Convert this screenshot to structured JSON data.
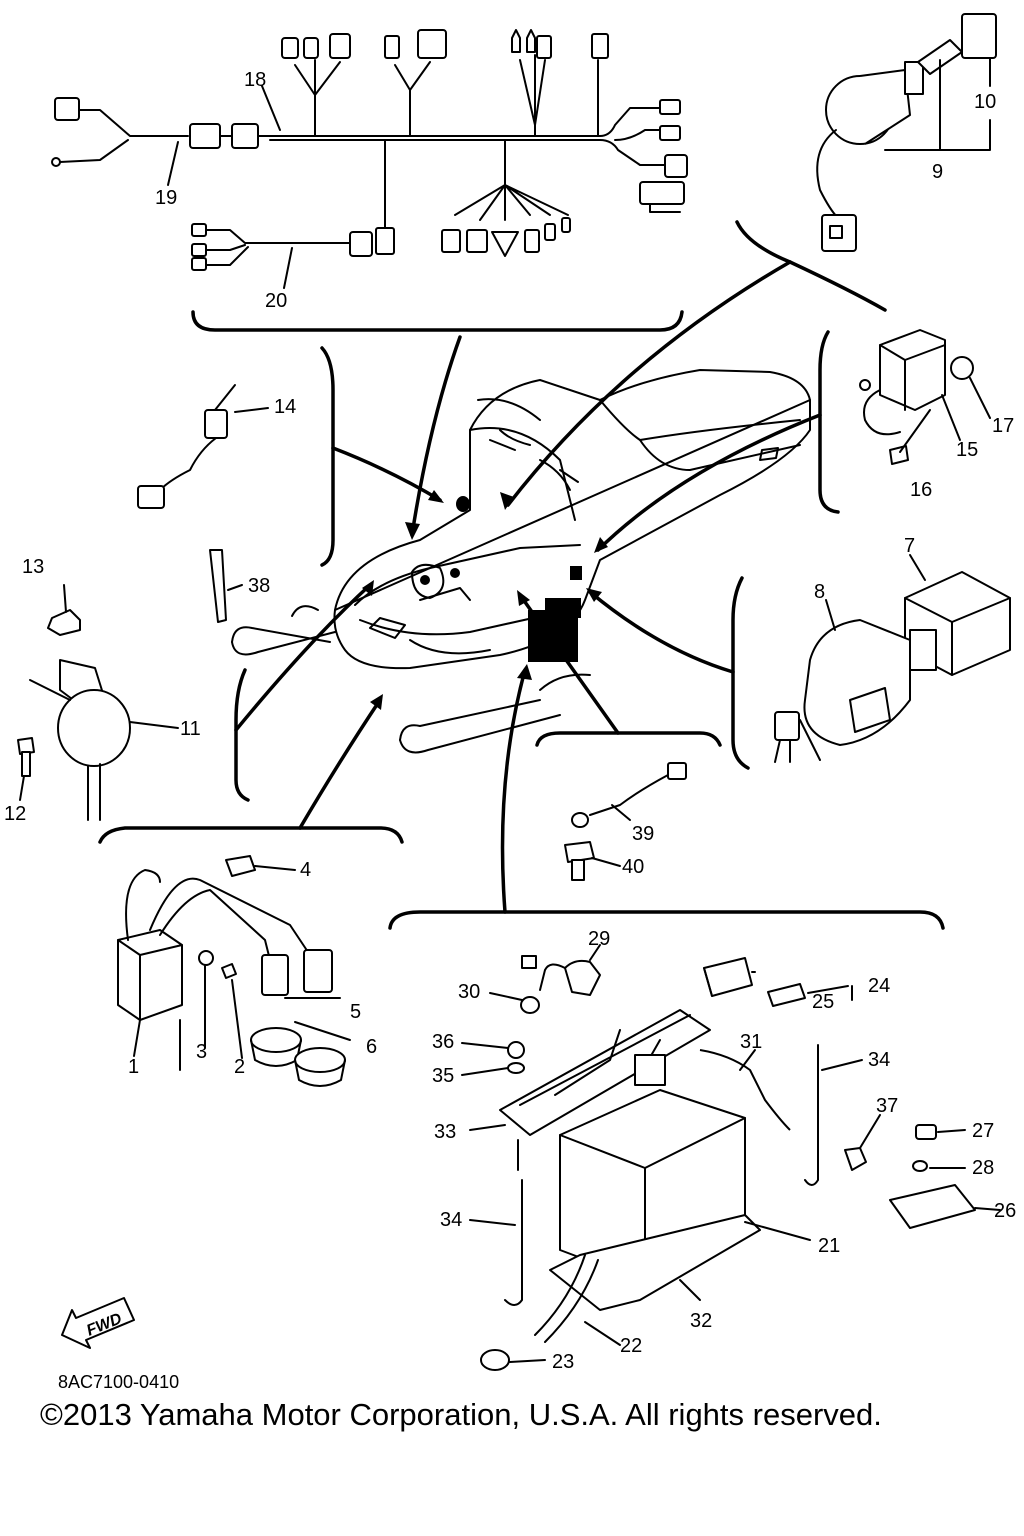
{
  "diagram_code": "8AC7100-0410",
  "copyright": "©2013 Yamaha Motor Corporation, U.S.A. All rights reserved.",
  "fwd_label": "FWD",
  "callouts": [
    "1",
    "2",
    "3",
    "4",
    "5",
    "6",
    "7",
    "8",
    "9",
    "10",
    "11",
    "12",
    "13",
    "14",
    "15",
    "16",
    "17",
    "18",
    "19",
    "20",
    "21",
    "22",
    "23",
    "24",
    "25",
    "26",
    "27",
    "28",
    "29",
    "30",
    "31",
    "32",
    "33",
    "34",
    "34",
    "35",
    "36",
    "37",
    "38",
    "39",
    "40"
  ],
  "colors": {
    "ink": "#000000",
    "paper": "#ffffff"
  }
}
